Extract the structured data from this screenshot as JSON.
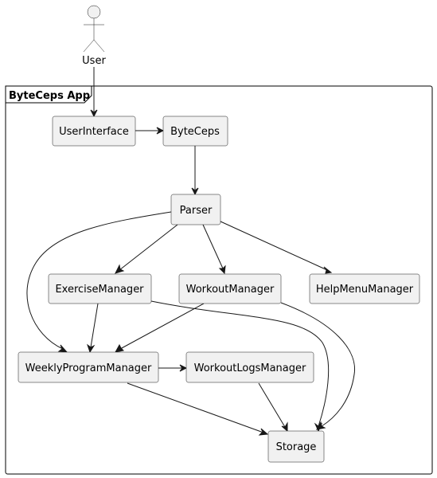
{
  "actor": {
    "label": "User"
  },
  "frame": {
    "title": "ByteCeps App"
  },
  "nodes": {
    "user_interface": "UserInterface",
    "byteceps": "ByteCeps",
    "parser": "Parser",
    "exercise_manager": "ExerciseManager",
    "workout_manager": "WorkoutManager",
    "help_menu_manager": "HelpMenuManager",
    "weekly_program_manager": "WeeklyProgramManager",
    "workout_logs_manager": "WorkoutLogsManager",
    "storage": "Storage"
  },
  "edges": [
    {
      "from": "User",
      "to": "UserInterface"
    },
    {
      "from": "UserInterface",
      "to": "ByteCeps"
    },
    {
      "from": "ByteCeps",
      "to": "Parser"
    },
    {
      "from": "Parser",
      "to": "ExerciseManager"
    },
    {
      "from": "Parser",
      "to": "WorkoutManager"
    },
    {
      "from": "Parser",
      "to": "HelpMenuManager"
    },
    {
      "from": "Parser",
      "to": "WeeklyProgramManager"
    },
    {
      "from": "ExerciseManager",
      "to": "WeeklyProgramManager"
    },
    {
      "from": "ExerciseManager",
      "to": "Storage"
    },
    {
      "from": "WorkoutManager",
      "to": "WeeklyProgramManager"
    },
    {
      "from": "WorkoutManager",
      "to": "Storage"
    },
    {
      "from": "WeeklyProgramManager",
      "to": "WorkoutLogsManager"
    },
    {
      "from": "WeeklyProgramManager",
      "to": "Storage"
    },
    {
      "from": "WorkoutLogsManager",
      "to": "Storage"
    }
  ]
}
